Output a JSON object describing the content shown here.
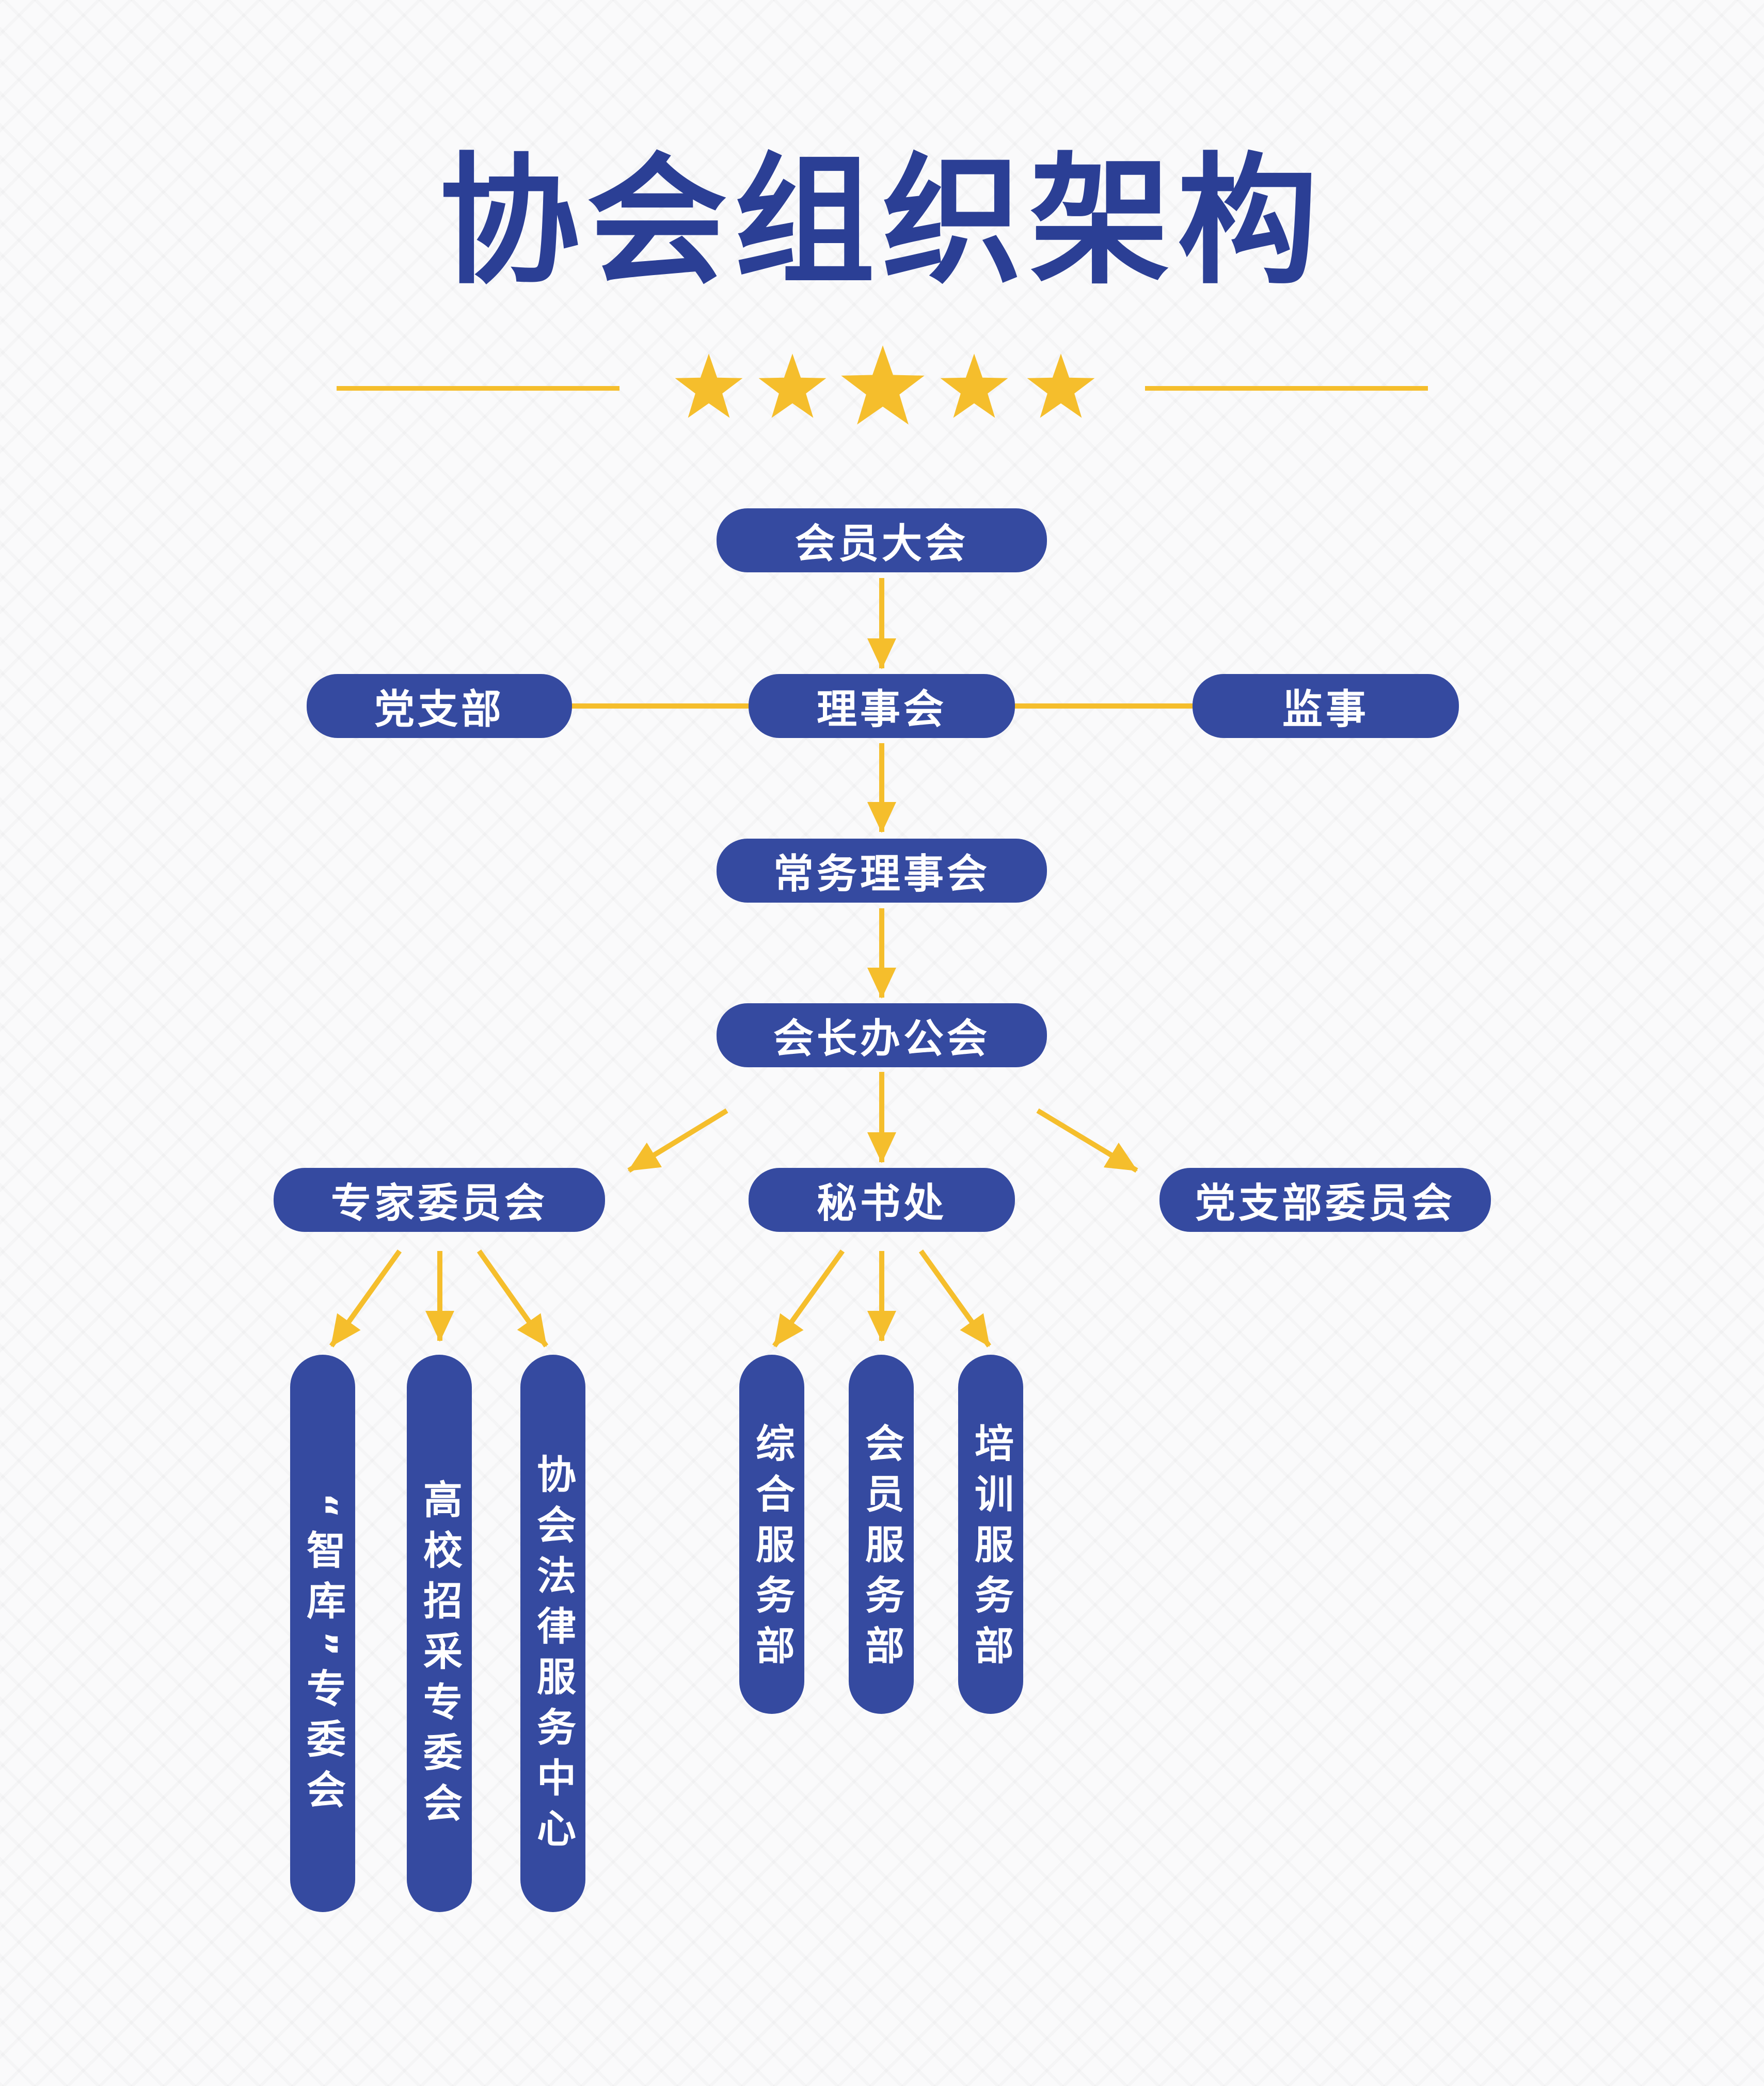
{
  "title": "协会组织架构",
  "colors": {
    "navy": "#354aa0",
    "title_navy": "#2b3f95",
    "gold": "#f5be2c",
    "background": "#fafafb"
  },
  "decoration": {
    "stars": [
      "star-icon",
      "star-icon",
      "star-icon",
      "star-icon",
      "star-icon"
    ]
  },
  "org": {
    "general_assembly": "会员大会",
    "party_branch": "党支部",
    "council": "理事会",
    "supervisor": "监事",
    "standing_council": "常务理事会",
    "president_office": "会长办公会",
    "expert_committee": "专家委员会",
    "secretariat": "秘书处",
    "party_branch_committee": "党支部委员会",
    "expert_units": [
      "“智库”专委会",
      "高校招采专委会",
      "协会法律服务中心"
    ],
    "secretariat_units": [
      "综合服务部",
      "会员服务部",
      "培训服务部"
    ]
  }
}
